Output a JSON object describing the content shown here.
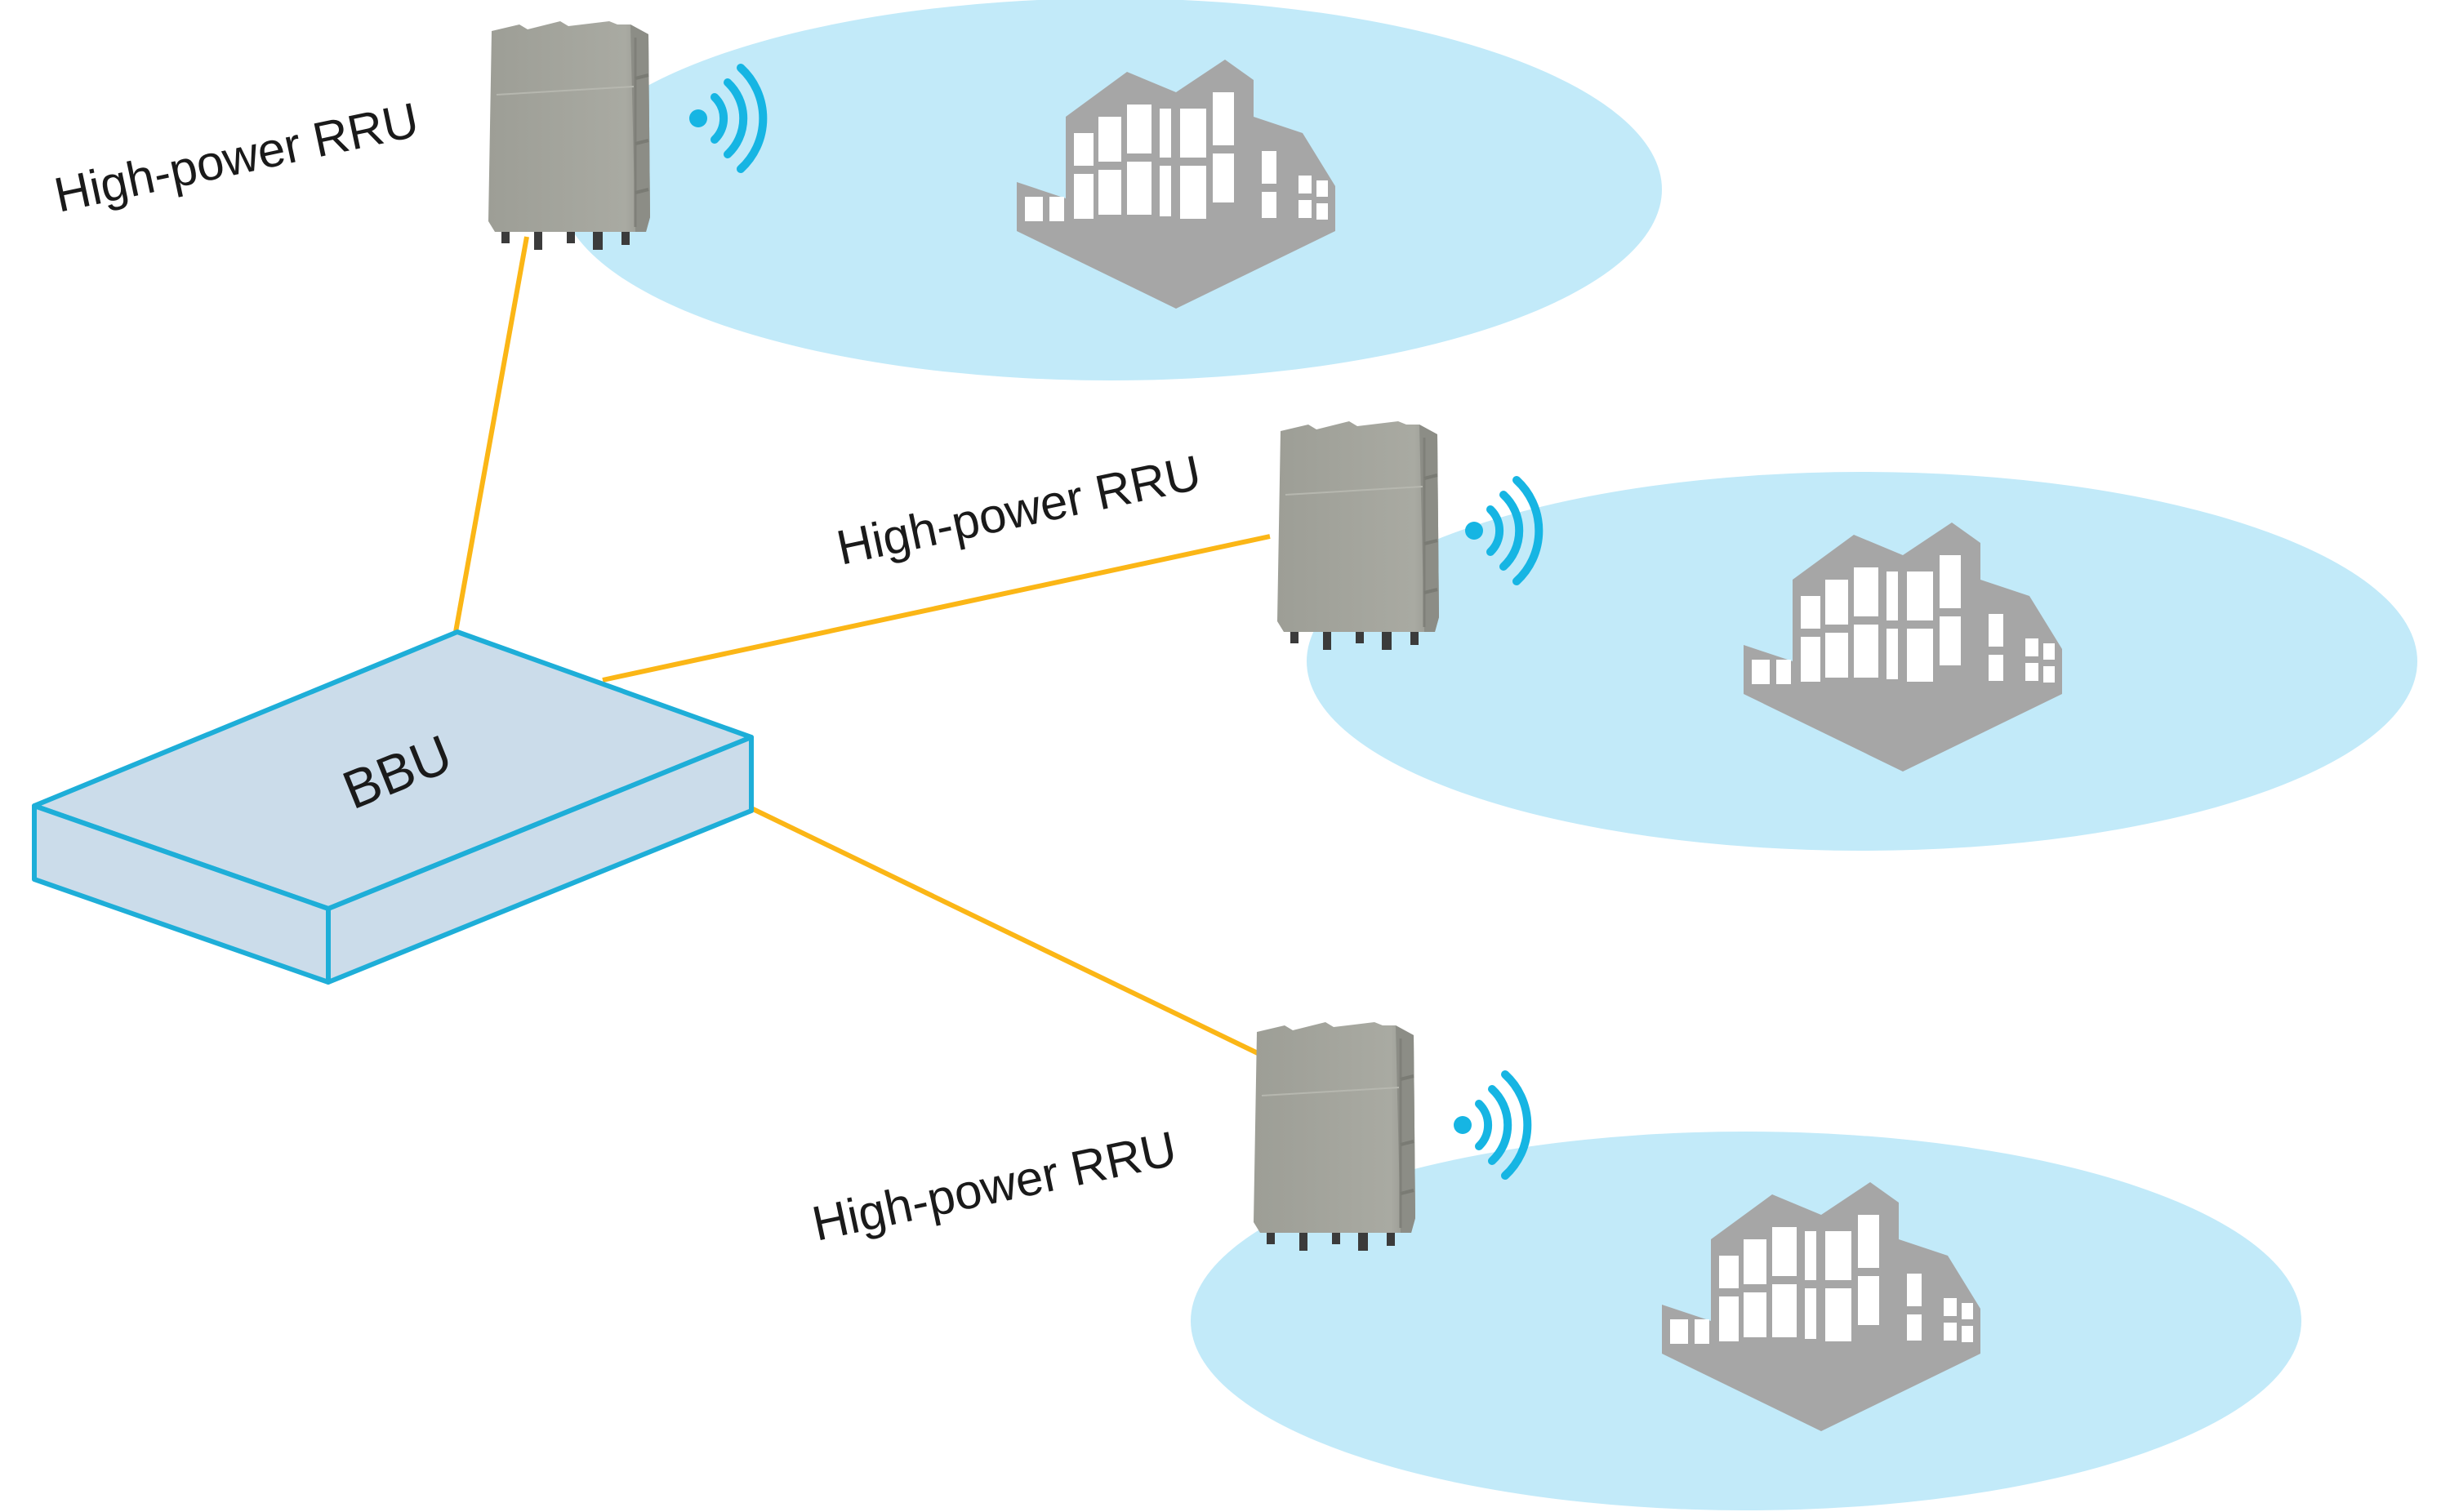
{
  "diagram": {
    "bbu": {
      "label": "BBU"
    },
    "rrus": [
      {
        "label": "High-power RRU"
      },
      {
        "label": "High-power RRU"
      },
      {
        "label": "High-power RRU"
      }
    ],
    "colors": {
      "link": "#fbb616",
      "coverage": "#c2eaf9",
      "bbu_fill": "#cbdcea",
      "bbu_stroke": "#1eaed8",
      "signal": "#16b5e3",
      "building": "#a6a6a6",
      "rru_body": "#a3a49b"
    },
    "icons": {
      "bbu": "bbu-box-icon",
      "rru": "rru-unit-icon",
      "signal": "wireless-signal-icon",
      "building": "building-icon"
    }
  }
}
